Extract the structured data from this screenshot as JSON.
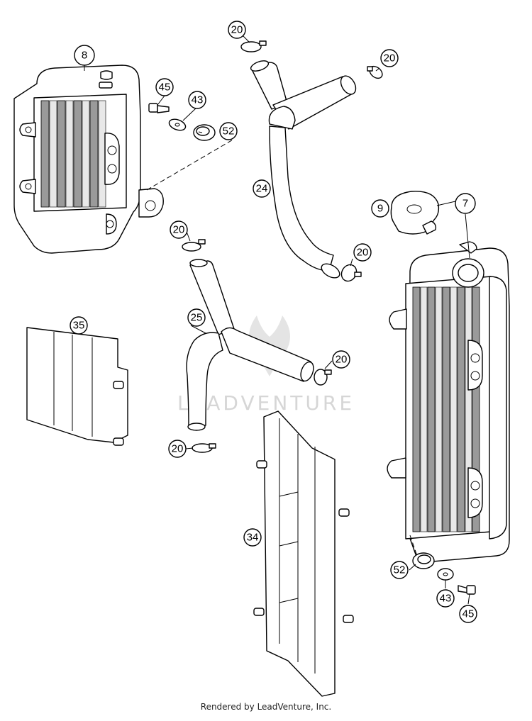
{
  "callouts": {
    "c8": "8",
    "c45a": "45",
    "c43a": "43",
    "c52a": "52",
    "c20a": "20",
    "c20b": "20",
    "c24": "24",
    "c20c": "20",
    "c9": "9",
    "c7": "7",
    "c20d": "20",
    "c25": "25",
    "c20e": "20",
    "c35": "35",
    "c20f": "20",
    "c34": "34",
    "c52b": "52",
    "c43b": "43",
    "c45b": "45"
  },
  "watermark": "LEADVENTURE",
  "footer": "Rendered by LeadVenture, Inc."
}
